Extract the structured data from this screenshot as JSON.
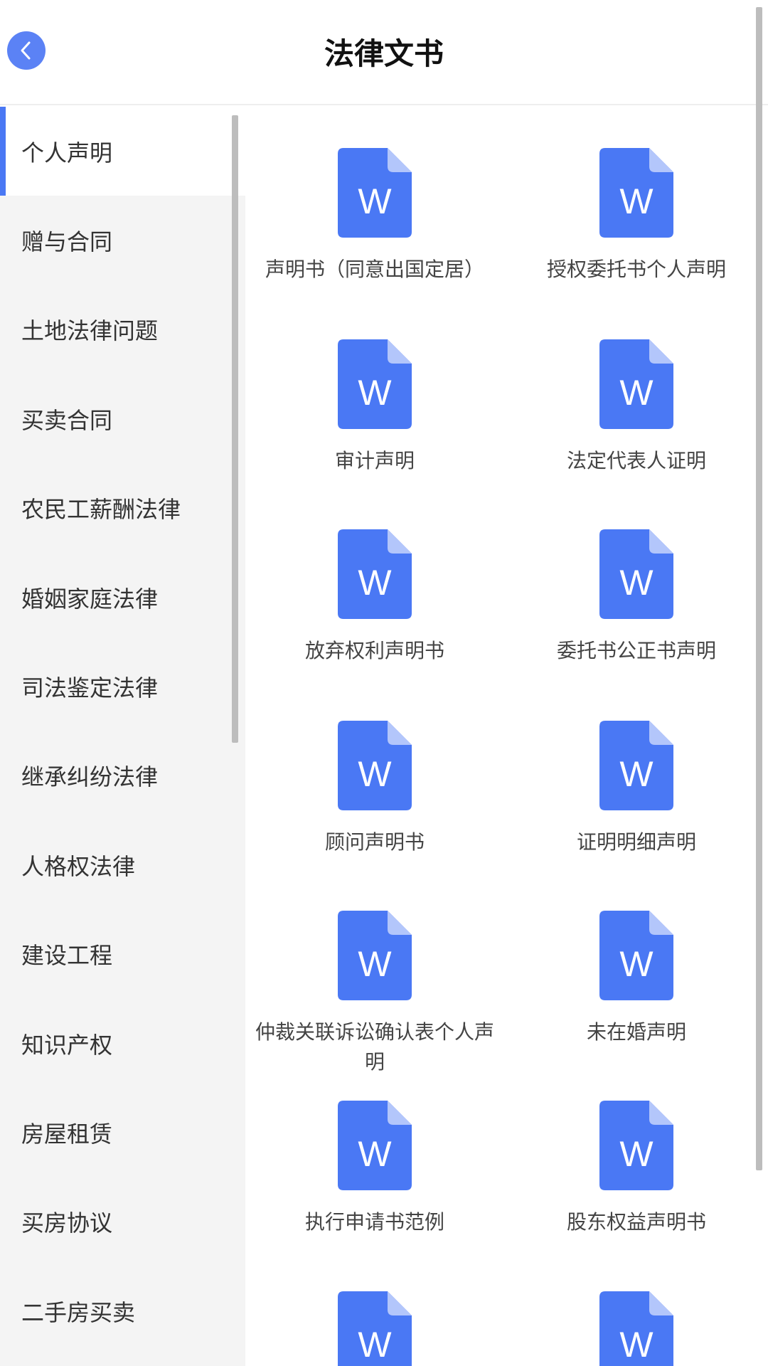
{
  "header": {
    "title": "法律文书",
    "back_icon": "chevron-left-icon"
  },
  "colors": {
    "accent": "#4a78f4",
    "doc_icon": "#4a78f4",
    "doc_icon_fold": "#b3c6fb",
    "sidebar_bg": "#f4f4f4",
    "scrollbar": "#bdbdbd"
  },
  "sidebar": {
    "active_index": 0,
    "items": [
      {
        "label": "个人声明"
      },
      {
        "label": "赠与合同"
      },
      {
        "label": "土地法律问题"
      },
      {
        "label": "买卖合同"
      },
      {
        "label": "农民工薪酬法律"
      },
      {
        "label": "婚姻家庭法律"
      },
      {
        "label": "司法鉴定法律"
      },
      {
        "label": "继承纠纷法律"
      },
      {
        "label": "人格权法律"
      },
      {
        "label": "建设工程"
      },
      {
        "label": "知识产权"
      },
      {
        "label": "房屋租赁"
      },
      {
        "label": "买房协议"
      },
      {
        "label": "二手房买卖"
      }
    ]
  },
  "documents": {
    "icon_letter": "W",
    "items": [
      {
        "label": "声明书（同意出国定居）"
      },
      {
        "label": "授权委托书个人声明"
      },
      {
        "label": "审计声明"
      },
      {
        "label": "法定代表人证明"
      },
      {
        "label": "放弃权利声明书"
      },
      {
        "label": "委托书公正书声明"
      },
      {
        "label": "顾问声明书"
      },
      {
        "label": "证明明细声明"
      },
      {
        "label": "仲裁关联诉讼确认表个人声明"
      },
      {
        "label": "未在婚声明"
      },
      {
        "label": "执行申请书范例"
      },
      {
        "label": "股东权益声明书"
      },
      {
        "label": ""
      },
      {
        "label": ""
      }
    ]
  }
}
